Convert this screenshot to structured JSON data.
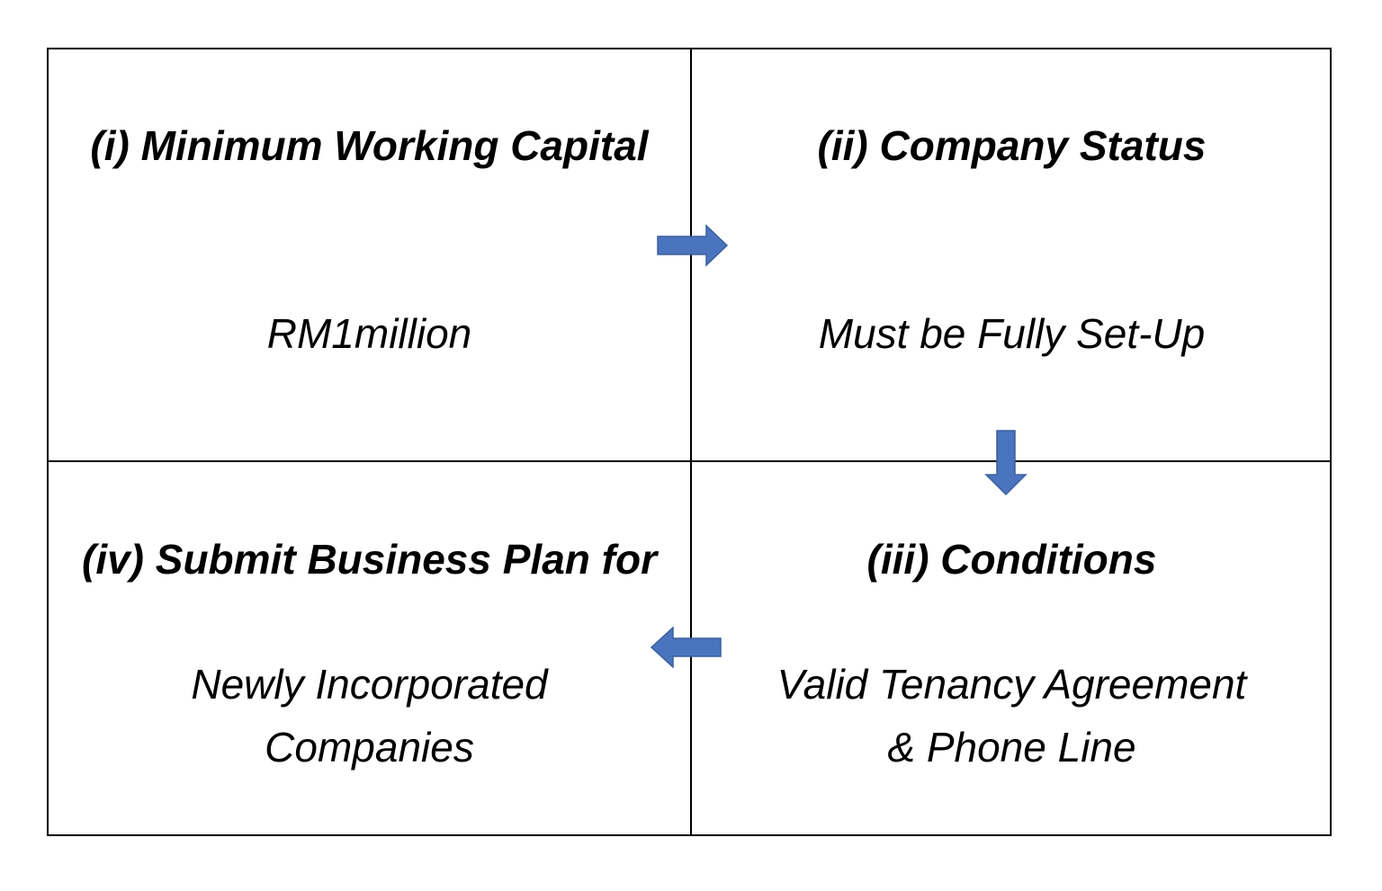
{
  "colors": {
    "arrow_fill": "#4a74bd",
    "arrow_stroke": "#3a5f9e",
    "border": "#000000",
    "background": "#ffffff"
  },
  "cells": {
    "top_left": {
      "title": "(i) Minimum Working Capital",
      "body": "RM1million"
    },
    "top_right": {
      "title": "(ii) Company Status",
      "body": "Must be Fully Set-Up"
    },
    "bottom_right": {
      "title": "(iii) Conditions",
      "body": "Valid Tenancy Agreement & Phone Line"
    },
    "bottom_left": {
      "title": "(iv) Submit Business Plan for",
      "body": "Newly Incorporated Companies"
    }
  },
  "arrows": [
    {
      "from": "top_left",
      "to": "top_right",
      "direction": "right"
    },
    {
      "from": "top_right",
      "to": "bottom_right",
      "direction": "down"
    },
    {
      "from": "bottom_right",
      "to": "bottom_left",
      "direction": "left"
    }
  ]
}
